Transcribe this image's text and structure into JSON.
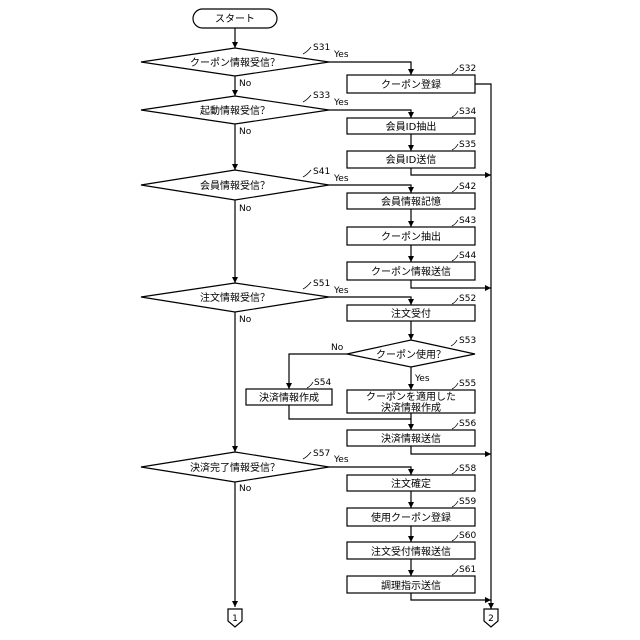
{
  "start": "スタート",
  "yes": "Yes",
  "no": "No",
  "decisions": {
    "s31": {
      "label": "クーポン情報受信？",
      "step": "S31"
    },
    "s33": {
      "label": "起動情報受信？",
      "step": "S33"
    },
    "s41": {
      "label": "会員情報受信？",
      "step": "S41"
    },
    "s51": {
      "label": "注文情報受信？",
      "step": "S51"
    },
    "s53": {
      "label": "クーポン使用？",
      "step": "S53"
    },
    "s57": {
      "label": "決済完了情報受信？",
      "step": "S57"
    }
  },
  "processes": {
    "s32": {
      "label": "クーポン登録",
      "step": "S32"
    },
    "s34": {
      "label": "会員ID抽出",
      "step": "S34"
    },
    "s35": {
      "label": "会員ID送信",
      "step": "S35"
    },
    "s42": {
      "label": "会員情報記憶",
      "step": "S42"
    },
    "s43": {
      "label": "クーポン抽出",
      "step": "S43"
    },
    "s44": {
      "label": "クーポン情報送信",
      "step": "S44"
    },
    "s52": {
      "label": "注文受付",
      "step": "S52"
    },
    "s54": {
      "label": "決済情報作成",
      "step": "S54"
    },
    "s55": {
      "label1": "クーポンを適用した",
      "label2": "決済情報作成",
      "step": "S55"
    },
    "s56": {
      "label": "決済情報送信",
      "step": "S56"
    },
    "s58": {
      "label": "注文確定",
      "step": "S58"
    },
    "s59": {
      "label": "使用クーポン登録",
      "step": "S59"
    },
    "s60": {
      "label": "注文受付情報送信",
      "step": "S60"
    },
    "s61": {
      "label": "調理指示送信",
      "step": "S61"
    }
  },
  "connectors": {
    "c1": "1",
    "c2": "2"
  }
}
